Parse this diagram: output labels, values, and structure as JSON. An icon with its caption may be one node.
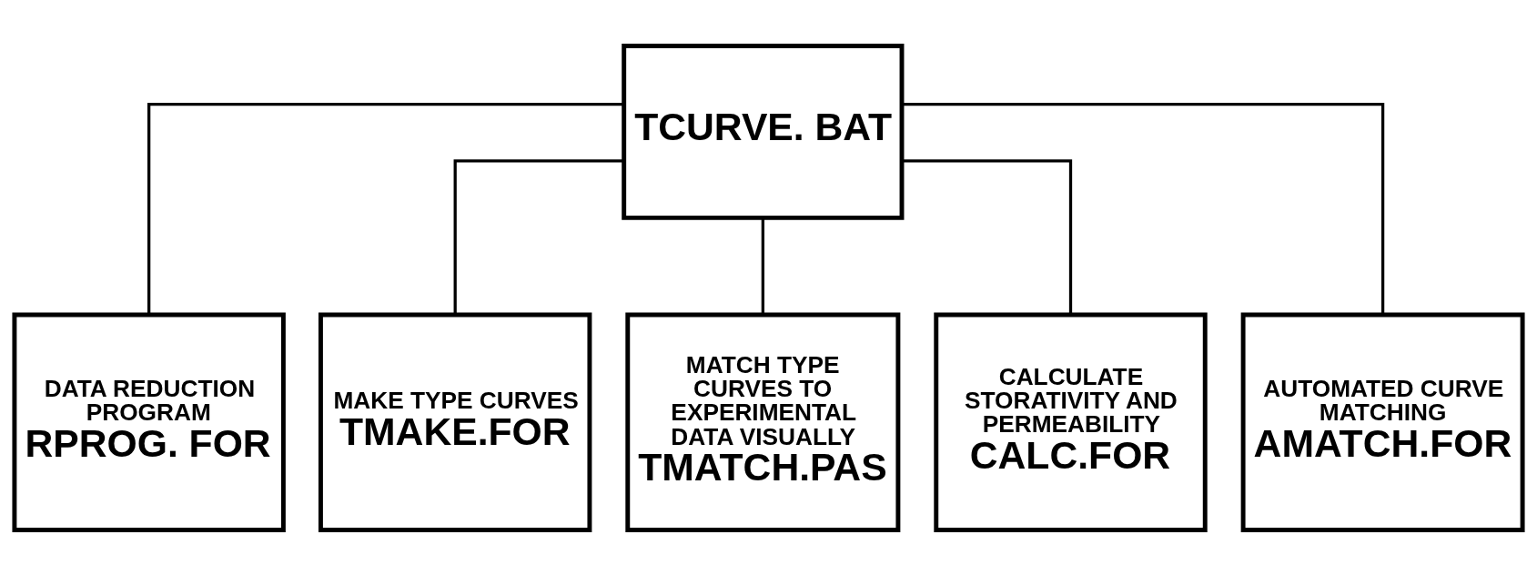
{
  "diagram": {
    "nodes": [
      {
        "text": [
          "TCURVE. BAT"
        ]
      },
      {
        "text": [
          "DATA REDUCTION PROGRAM",
          "RPROG. FOR"
        ]
      },
      {
        "text": [
          "MAKE TYPE CURVES",
          "TMAKE.FOR"
        ]
      },
      {
        "text": [
          "MATCH TYPE CURVES TO EXPERIMENTAL DATA VISUALLY",
          "TMATCH.PAS"
        ]
      },
      {
        "text": [
          "CALCULATE STORATIVITY AND PERMEABILITY",
          "CALC.FOR"
        ]
      },
      {
        "text": [
          "AUTOMATED CURVE MATCHING",
          "AMATCH.FOR"
        ]
      }
    ],
    "edges": [
      {
        "from": 0,
        "to": 1,
        "arrow": "none"
      },
      {
        "from": 0,
        "to": 2,
        "arrow": "none"
      },
      {
        "from": 0,
        "to": 3,
        "arrow": "none"
      },
      {
        "from": 0,
        "to": 4,
        "arrow": "none"
      },
      {
        "from": 0,
        "to": 5,
        "arrow": "none"
      }
    ]
  }
}
